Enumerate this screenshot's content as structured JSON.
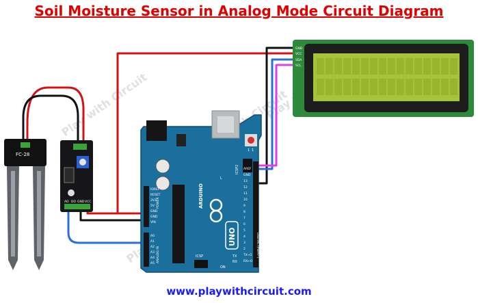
{
  "title": "Soil Moisture Sensor in Analog Mode Circuit Diagram",
  "footer_url": "www.playwithcircuit.com",
  "watermark": "Play with Circuit",
  "probe": {
    "label": "FC-28"
  },
  "module": {
    "pins": [
      "AO",
      "DO",
      "GND",
      "VCC"
    ]
  },
  "lcd": {
    "pins": [
      "GND",
      "VCC",
      "SDA",
      "SCL"
    ]
  },
  "arduino": {
    "logo": "ARDUINO",
    "model": "UNO",
    "headers": [
      "ICSP2",
      "ICSP",
      "AREF",
      "GND",
      "13",
      "12",
      "11",
      "10",
      "9",
      "8",
      "7",
      "6",
      "5",
      "4",
      "3",
      "2",
      "TX→1",
      "RX←0",
      "IOREF",
      "RESET",
      "3V3",
      "5V",
      "GND",
      "GND",
      "VIN",
      "A0",
      "A1",
      "A2",
      "A3",
      "A4",
      "A5",
      "DIGITAL (PWM~)",
      "POWER",
      "ANALOG IN",
      "ON",
      "TX",
      "RX",
      "L",
      "1",
      "1"
    ]
  },
  "wire_colors": {
    "vcc": "#d01414",
    "gnd": "#111111",
    "analog": "#2a6fd6",
    "sda": "#2a6fd6",
    "scl": "#e040e0"
  },
  "colors": {
    "title": "#e00000",
    "footer": "#1a1aff",
    "pcb": "#1b6f9c",
    "lcd_screen": "#a6c43a",
    "lcd_pcb": "#2e8a3a"
  }
}
